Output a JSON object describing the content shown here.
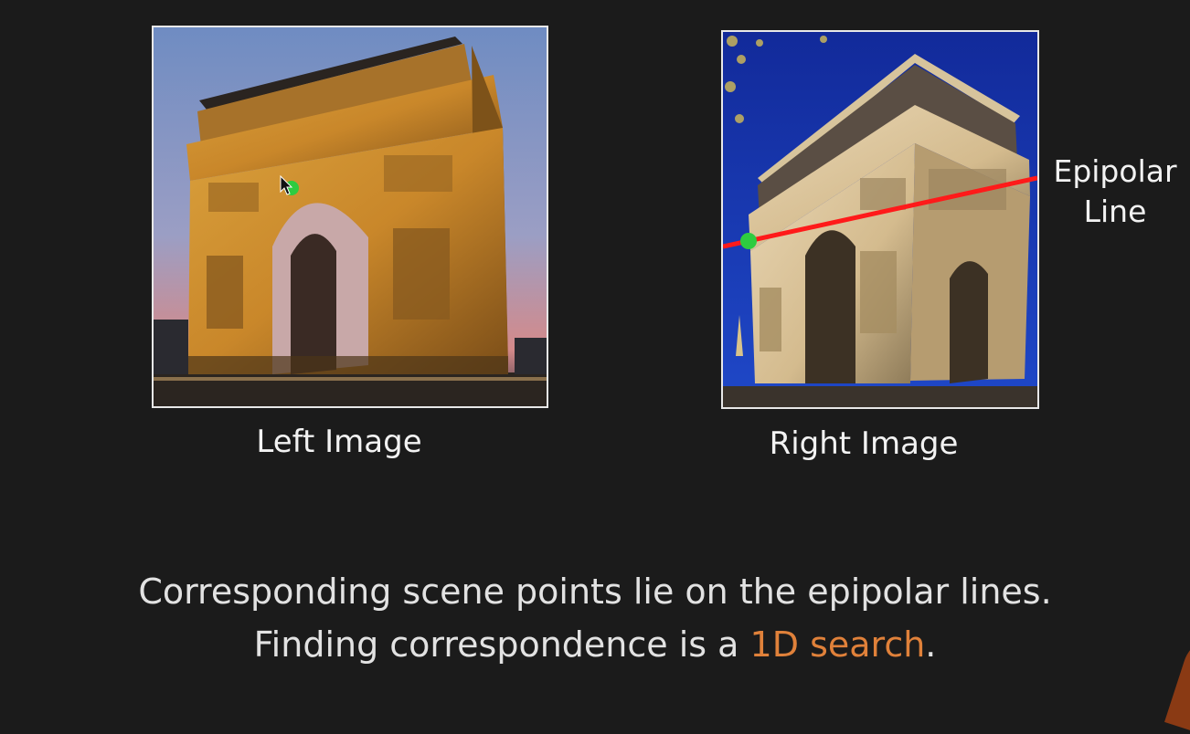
{
  "left_panel": {
    "caption": "Left Image"
  },
  "right_panel": {
    "caption": "Right Image",
    "epipolar_label_line1": "Epipolar",
    "epipolar_label_line2": "Line"
  },
  "body_text": {
    "line1": "Corresponding scene points lie on the epipolar lines.",
    "line2_prefix": "Finding correspondence is a ",
    "line2_highlight": "1D search",
    "line2_suffix": "."
  },
  "colors": {
    "background": "#1b1b1b",
    "epipolar_line": "#ff1a1a",
    "point_marker": "#2ecc40",
    "highlight_text": "#e0813a"
  },
  "icons": [
    "mouse-cursor-icon",
    "corresponding-point-marker",
    "epipolar-line"
  ]
}
